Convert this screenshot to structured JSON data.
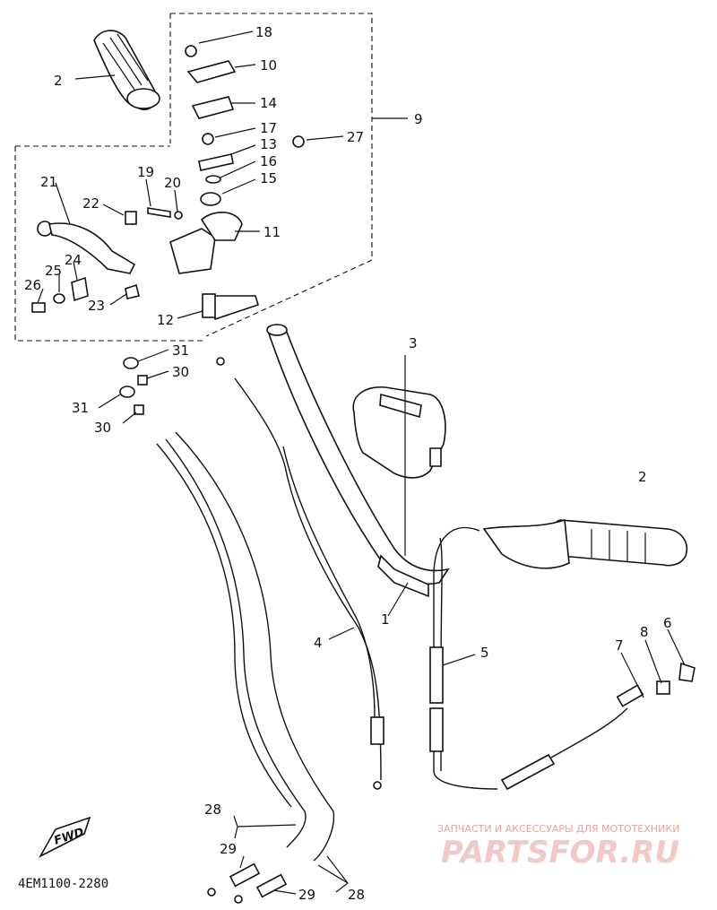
{
  "diagram": {
    "drawing_code": "4EM1100-2280",
    "direction_label": "FWD",
    "watermark": {
      "line1": "ЗАПЧАСТИ И АКСЕССУАРЫ ДЛЯ МОТОТЕХНИКИ",
      "line2": "PARTSFOR.RU"
    },
    "callouts": {
      "c1": "1",
      "c2a": "2",
      "c2b": "2",
      "c3": "3",
      "c4": "4",
      "c5": "5",
      "c6": "6",
      "c7": "7",
      "c8": "8",
      "c9": "9",
      "c10": "10",
      "c11": "11",
      "c12": "12",
      "c13": "13",
      "c14": "14",
      "c15": "15",
      "c16": "16",
      "c17": "17",
      "c18": "18",
      "c19": "19",
      "c20": "20",
      "c21": "21",
      "c22": "22",
      "c23": "23",
      "c24": "24",
      "c25": "25",
      "c26": "26",
      "c27": "27",
      "c28a": "28",
      "c28b": "28",
      "c29a": "29",
      "c29b": "29",
      "c30a": "30",
      "c30b": "30",
      "c31a": "31",
      "c31b": "31"
    }
  }
}
